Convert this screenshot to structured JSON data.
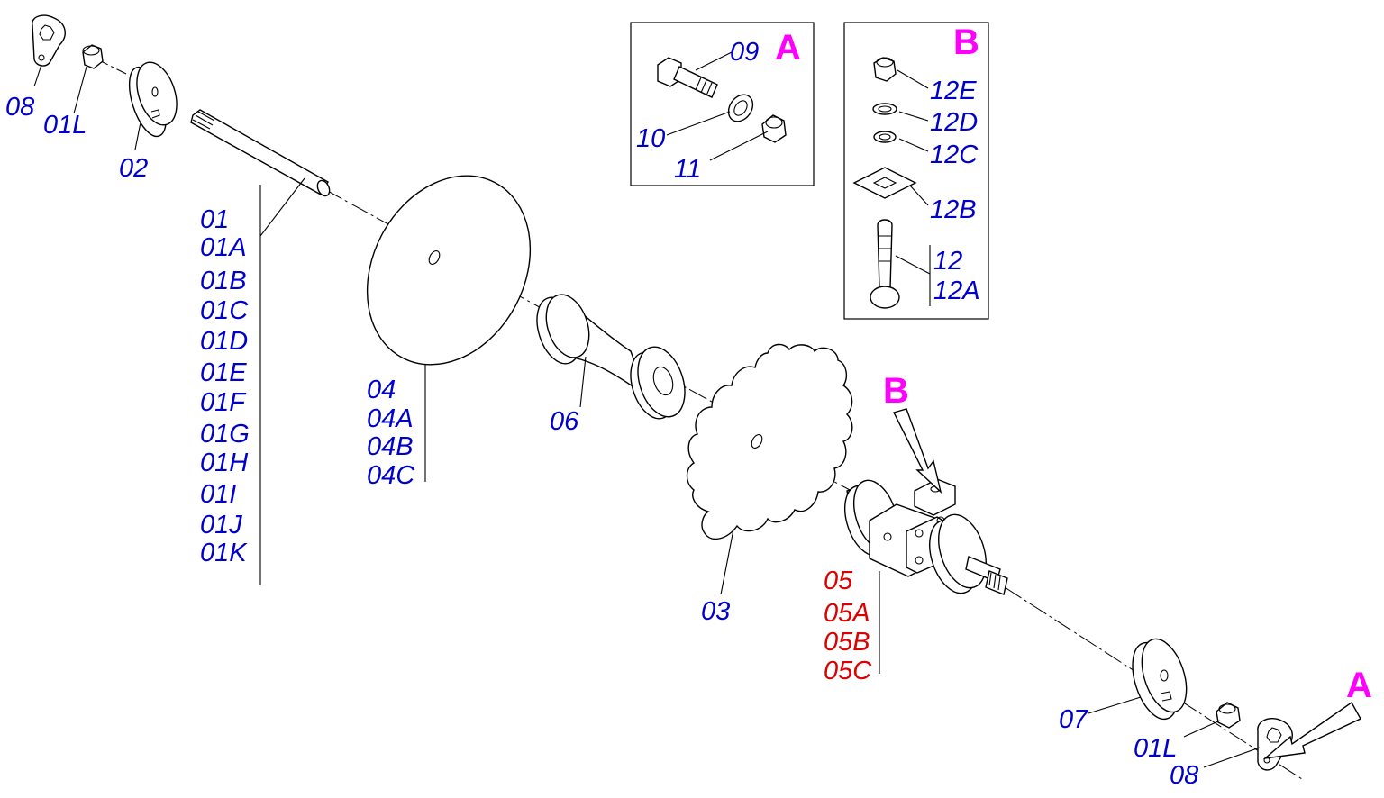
{
  "colors": {
    "label": "#0000cc",
    "highlight": "#dd0000",
    "callout": "#ff00ff",
    "line": "#000000"
  },
  "callouts": {
    "a": "A",
    "b": "B"
  },
  "labels": {
    "l08_top": "08",
    "l01L_top": "01L",
    "l02": "02",
    "l01": "01",
    "l01A": "01A",
    "l01B": "01B",
    "l01C": "01C",
    "l01D": "01D",
    "l01E": "01E",
    "l01F": "01F",
    "l01G": "01G",
    "l01H": "01H",
    "l01I": "01I",
    "l01J": "01J",
    "l01K": "01K",
    "l04": "04",
    "l04A": "04A",
    "l04B": "04B",
    "l04C": "04C",
    "l06": "06",
    "l03": "03",
    "l05": "05",
    "l05A": "05A",
    "l05B": "05B",
    "l05C": "05C",
    "l07": "07",
    "l01L_bot": "01L",
    "l08_bot": "08",
    "l09": "09",
    "l10": "10",
    "l11": "11",
    "l12E": "12E",
    "l12D": "12D",
    "l12C": "12C",
    "l12B": "12B",
    "l12": "12",
    "l12A": "12A"
  }
}
